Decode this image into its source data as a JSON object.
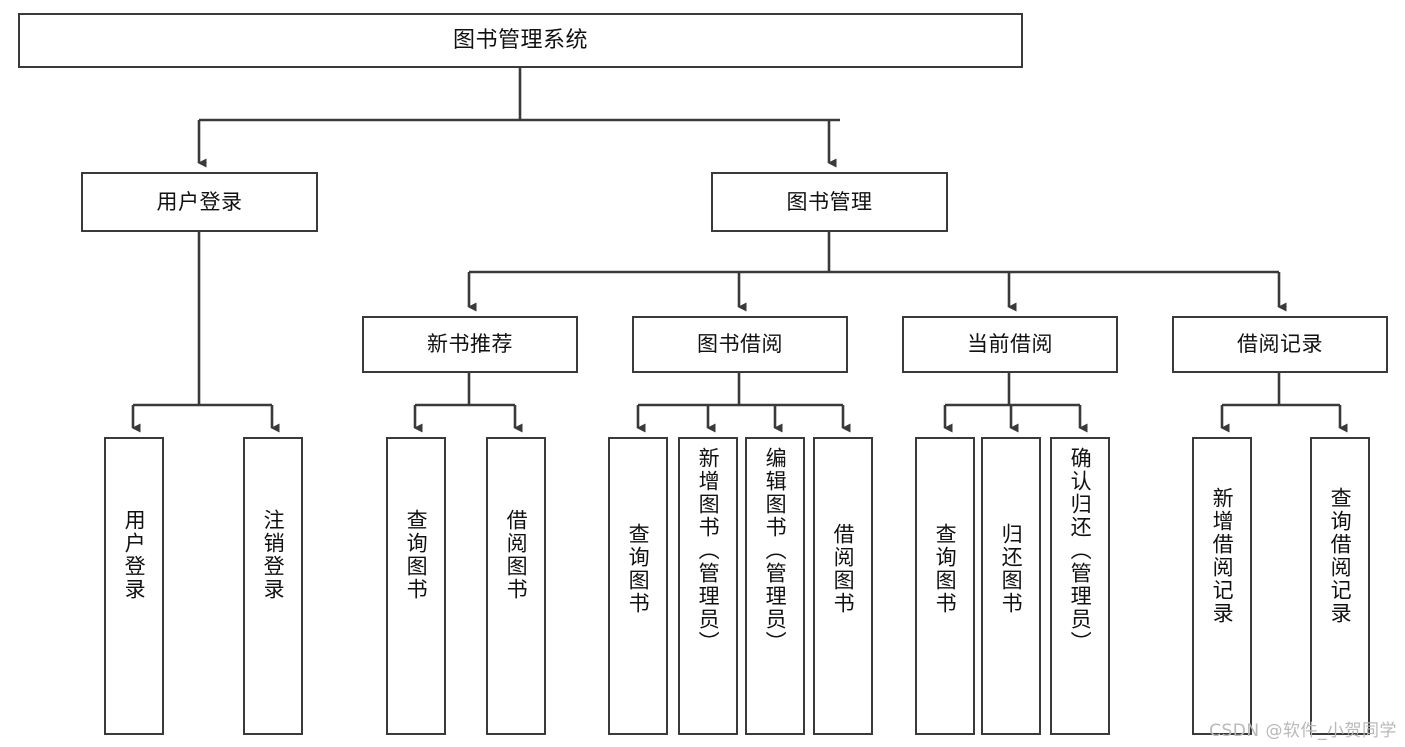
{
  "diagram": {
    "title": "图书管理系统",
    "watermark": "CSDN @软件_小贺同学",
    "edge_color": "#3a3a3a",
    "node_border_color": "#3a3a3a",
    "node_fill_color": "#ffffff",
    "text_color": "#111111",
    "levels": {
      "level1": "root",
      "level2": "modules",
      "level3": "sub-modules",
      "level4": "functions"
    },
    "nodes": {
      "root": {
        "label": "图书管理系统",
        "orientation": "horizontal"
      },
      "user_login": {
        "label": "用户登录",
        "orientation": "horizontal"
      },
      "book_manage": {
        "label": "图书管理",
        "orientation": "horizontal"
      },
      "new_book_rec": {
        "label": "新书推荐",
        "orientation": "horizontal"
      },
      "book_borrow": {
        "label": "图书借阅",
        "orientation": "horizontal"
      },
      "current_borrow": {
        "label": "当前借阅",
        "orientation": "horizontal"
      },
      "borrow_record": {
        "label": "借阅记录",
        "orientation": "horizontal"
      },
      "leaf_user_login": {
        "label": "用户登录",
        "orientation": "vertical"
      },
      "leaf_logout": {
        "label": "注销登录",
        "orientation": "vertical"
      },
      "leaf_query_book_1": {
        "label": "查询图书",
        "orientation": "vertical"
      },
      "leaf_borrow_book_1": {
        "label": "借阅图书",
        "orientation": "vertical"
      },
      "leaf_query_book_2": {
        "label": "查询图书",
        "orientation": "vertical"
      },
      "leaf_add_book": {
        "label": "新增图书（管理员）",
        "orientation": "vertical"
      },
      "leaf_edit_book": {
        "label": "编辑图书（管理员）",
        "orientation": "vertical"
      },
      "leaf_borrow_book_2": {
        "label": "借阅图书",
        "orientation": "vertical"
      },
      "leaf_query_book_3": {
        "label": "查询图书",
        "orientation": "vertical"
      },
      "leaf_return_book": {
        "label": "归还图书",
        "orientation": "vertical"
      },
      "leaf_confirm_return": {
        "label": "确认归还（管理员）",
        "orientation": "vertical"
      },
      "leaf_add_record": {
        "label": "新增借阅记录",
        "orientation": "vertical"
      },
      "leaf_query_record": {
        "label": "查询借阅记录",
        "orientation": "vertical"
      }
    }
  }
}
